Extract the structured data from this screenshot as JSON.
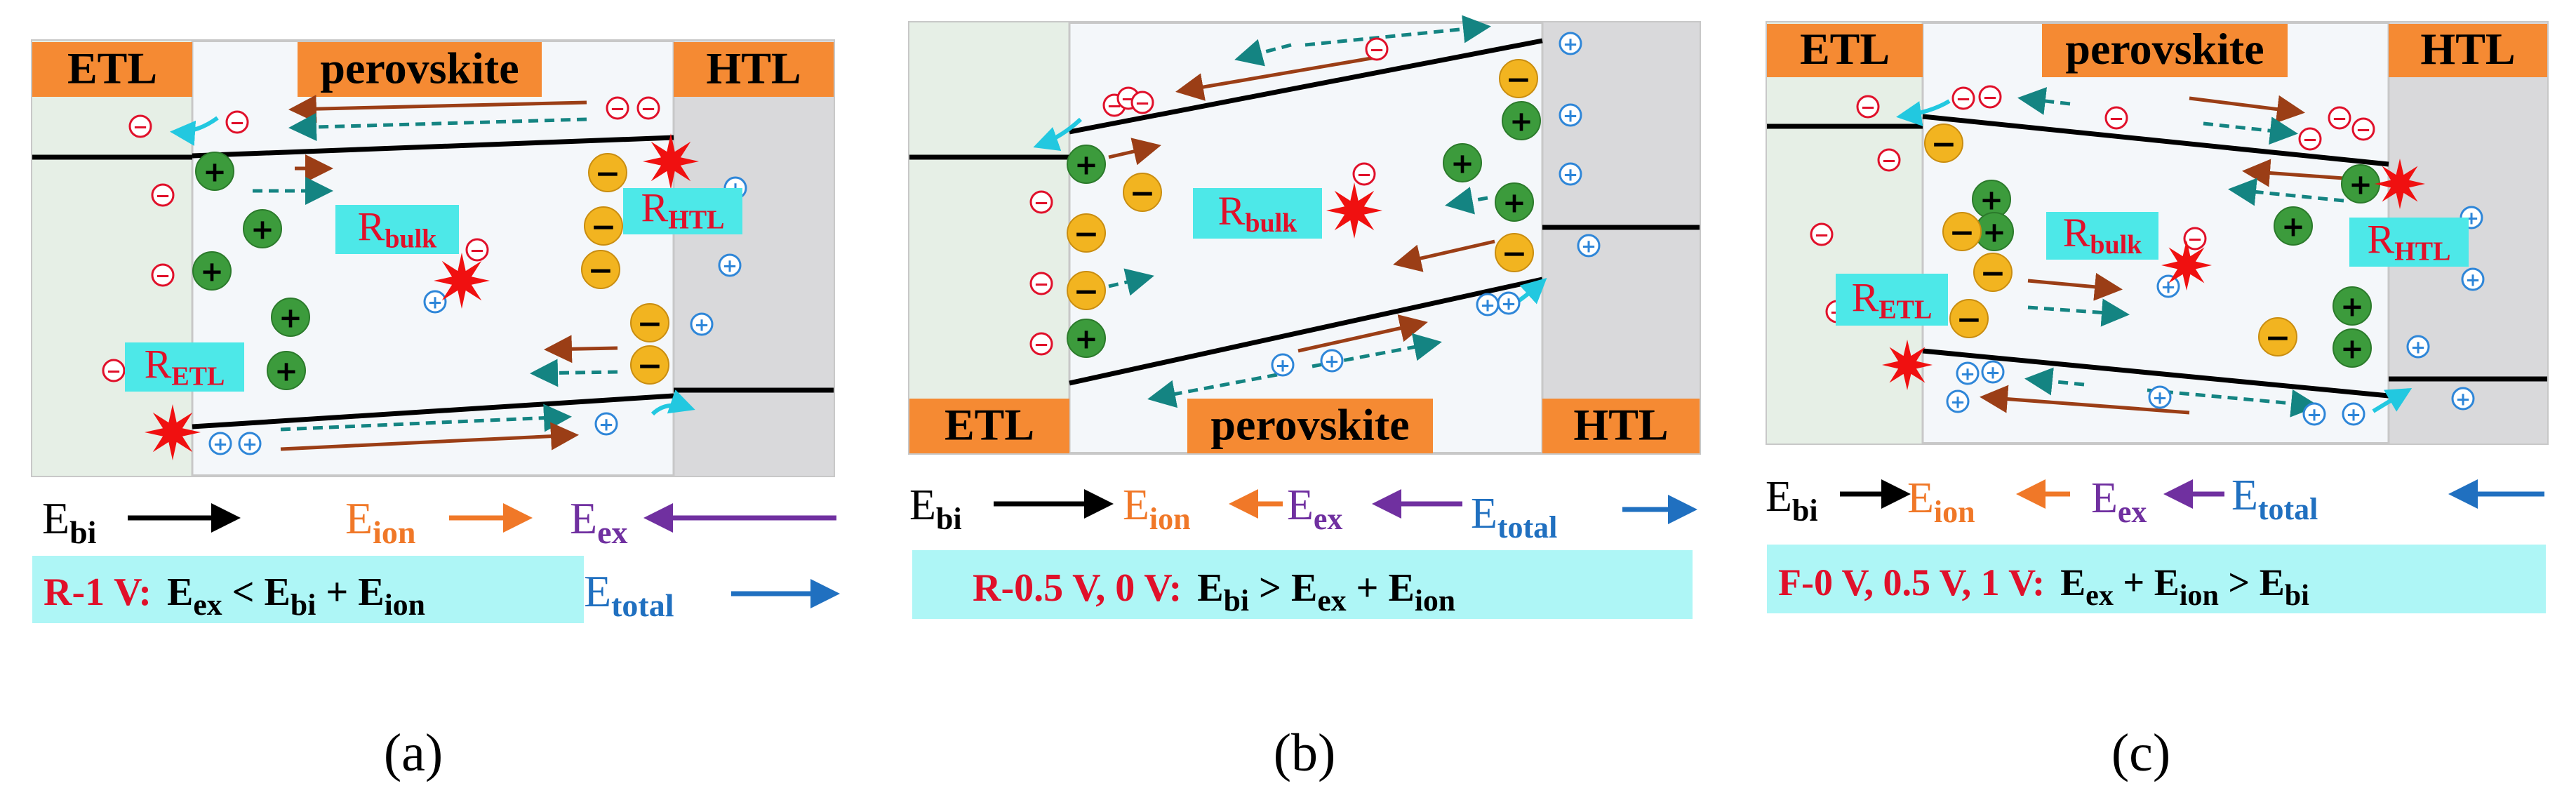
{
  "panels": [
    {
      "caption": "(a)",
      "layers": {
        "etl": "ETL",
        "perovskite": "perovskite",
        "htl": "HTL"
      },
      "recombination": [
        {
          "main": "R",
          "sub": "bulk"
        },
        {
          "main": "R",
          "sub": "HTL"
        },
        {
          "main": "R",
          "sub": "ETL"
        }
      ],
      "legend": {
        "ebi_main": "E",
        "ebi_sub": "bi",
        "eion_main": "E",
        "eion_sub": "ion",
        "eex_main": "E",
        "eex_sub": "ex",
        "etotal_main": "E",
        "etotal_sub": "total"
      },
      "condition": {
        "prefix": "R-1 V:",
        "parts": [
          "E",
          "ex",
          " < ",
          "E",
          "bi",
          " + ",
          "E",
          "ion"
        ]
      }
    },
    {
      "caption": "(b)",
      "layers": {
        "etl": "ETL",
        "perovskite": "perovskite",
        "htl": "HTL"
      },
      "recombination": [
        {
          "main": "R",
          "sub": "bulk"
        }
      ],
      "legend": {
        "ebi_main": "E",
        "ebi_sub": "bi",
        "eion_main": "E",
        "eion_sub": "ion",
        "eex_main": "E",
        "eex_sub": "ex",
        "etotal_main": "E",
        "etotal_sub": "total"
      },
      "condition": {
        "prefix": "R-0.5 V, 0 V:",
        "parts": [
          "E",
          "bi",
          " > ",
          "E",
          "ex",
          " + ",
          "E",
          "ion"
        ]
      }
    },
    {
      "caption": "(c)",
      "layers": {
        "etl": "ETL",
        "perovskite": "perovskite",
        "htl": "HTL"
      },
      "recombination": [
        {
          "main": "R",
          "sub": "bulk"
        },
        {
          "main": "R",
          "sub": "HTL"
        },
        {
          "main": "R",
          "sub": "ETL"
        }
      ],
      "legend": {
        "ebi_main": "E",
        "ebi_sub": "bi",
        "eion_main": "E",
        "eion_sub": "ion",
        "eex_main": "E",
        "eex_sub": "ex",
        "etotal_main": "E",
        "etotal_sub": "total"
      },
      "condition": {
        "prefix": "F-0 V, 0.5 V, 1 V:",
        "parts": [
          "E",
          "ex",
          " + ",
          "E",
          "ion",
          " > ",
          "E",
          "bi"
        ]
      }
    }
  ],
  "symbols": {
    "electron": "−",
    "hole": "+",
    "cation": "+",
    "anion": "−",
    "small_hole": "+"
  },
  "colors": {
    "layer_label_bg": "#f58a33",
    "etl_fill": "#e6efe6",
    "htl_fill": "#d9d9db",
    "pero_fill": "#f4f7fa",
    "frame": "#c8c8c8",
    "electron": "#e0102a",
    "hole": "#3c9b3c",
    "anion": "#f2b420",
    "small_hole": "#2e86d8",
    "recomb_box": "#4de8e8",
    "star": "#f01010",
    "cyan_arrow": "#22c8e0",
    "brown_arrow": "#9b3e16",
    "teal_arrow": "#148482",
    "e_bi": "#000000",
    "e_ion": "#f07828",
    "e_ex": "#7030a0",
    "e_total": "#2070c0",
    "condition_bg": "#aef6f6",
    "condition_red": "#e0102a"
  }
}
